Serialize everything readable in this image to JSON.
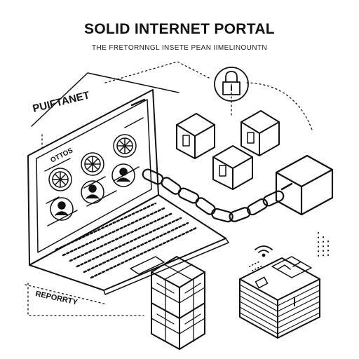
{
  "header": {
    "title": "SOLID INTERNET PORTAL",
    "subtitle": "THE FRETORNNGL INSETE PEAN IIMELINOUNTN"
  },
  "labels": {
    "laptop_tag": "PUIFTANET",
    "screen_header": "OTTOS",
    "report_tag": "REPORRTY"
  },
  "icons": [
    "lock-icon",
    "user-avatar-icon",
    "wifi-icon",
    "globe-icon",
    "chain-icon",
    "cube-icon",
    "server-stack-icon",
    "money-stack-icon"
  ],
  "colors": {
    "ink": "#111111",
    "paper": "#ffffff"
  }
}
